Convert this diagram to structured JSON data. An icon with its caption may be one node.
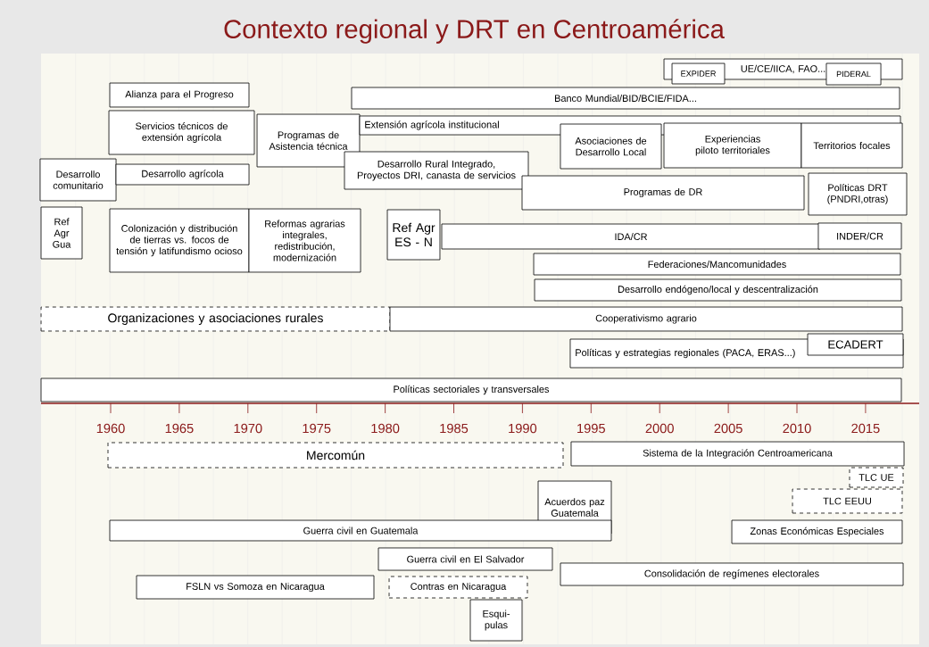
{
  "diagram": {
    "title": "Contexto regional y DRT en Centroamérica",
    "nodes": [
      {
        "text": [
          "UE/CE/IICA, FAO..."
        ]
      },
      {
        "text": [
          "EXPIDER"
        ]
      },
      {
        "text": [
          "PIDERAL"
        ]
      },
      {
        "text": [
          "Alianza para el Progreso"
        ]
      },
      {
        "text": [
          "Banco Mundial/BID/BCIE/FIDA..."
        ]
      },
      {
        "text": [
          "Servicios técnicos de extensión agrícola"
        ]
      },
      {
        "text": [
          "Programas de Asistencia técnica"
        ]
      },
      {
        "text": [
          "Extensión agrícola institucional"
        ]
      },
      {
        "text": [
          "Asociaciones de Desarrollo Local"
        ]
      },
      {
        "text": [
          "Experiencias piloto territoriales"
        ]
      },
      {
        "text": [
          "Territorios focales"
        ]
      },
      {
        "text": [
          "Desarrollo comunitario"
        ]
      },
      {
        "text": [
          "Desarrollo agrícola"
        ]
      },
      {
        "text": [
          "Desarrollo Rural Integrado, Proyectos DRI, canasta de servicios"
        ]
      },
      {
        "text": [
          "Programas de DR"
        ]
      },
      {
        "text": [
          "Políticas DRT (PNDRI,otras)"
        ]
      },
      {
        "text": [
          "Ref Agr Gua"
        ]
      },
      {
        "text": [
          "Colonización y distribución de tierras vs. focos de tensión y latifundismo ocioso"
        ]
      },
      {
        "text": [
          "Reformas agrarias integrales, redistribución, modernización"
        ]
      },
      {
        "text": [
          "Ref Agr ES - N"
        ]
      },
      {
        "text": [
          "IDA/CR"
        ]
      },
      {
        "text": [
          "INDER/CR"
        ]
      },
      {
        "text": [
          "Federaciones/Mancomunidades"
        ]
      },
      {
        "text": [
          "Desarrollo endógeno/local y descentralización"
        ]
      },
      {
        "text": [
          "Organizaciones y asociaciones rurales"
        ]
      },
      {
        "text": [
          "Cooperativismo agrario"
        ]
      },
      {
        "text": [
          "Políticas y estrategias regionales (PACA, ERAS...)"
        ]
      },
      {
        "text": [
          "ECADERT"
        ]
      },
      {
        "text": [
          "Políticas sectoriales y transversales"
        ]
      },
      {
        "text": [
          "Mercomún"
        ]
      },
      {
        "text": [
          "Sistema de la Integración Centroamericana"
        ]
      },
      {
        "text": [
          "TLC UE"
        ]
      },
      {
        "text": [
          "Acuerdos paz Guatemala"
        ]
      },
      {
        "text": [
          "TLC EEUU"
        ]
      },
      {
        "text": [
          "Guerra civil en Guatemala"
        ]
      },
      {
        "text": [
          "Zonas Económicas Especiales"
        ]
      },
      {
        "text": [
          "Guerra civil en El Salvador"
        ]
      },
      {
        "text": [
          "Consolidación de regímenes electorales"
        ]
      },
      {
        "text": [
          "FSLN vs Somoza en Nicaragua"
        ]
      },
      {
        "text": [
          "Contras en Nicaragua"
        ]
      },
      {
        "text": [
          "Esqui- pulas"
        ]
      }
    ],
    "labels": [
      "1960",
      "1965",
      "1970",
      "1975",
      "1980",
      "1985",
      "1990",
      "1995",
      "2000",
      "2005",
      "2010",
      "2015"
    ]
  }
}
